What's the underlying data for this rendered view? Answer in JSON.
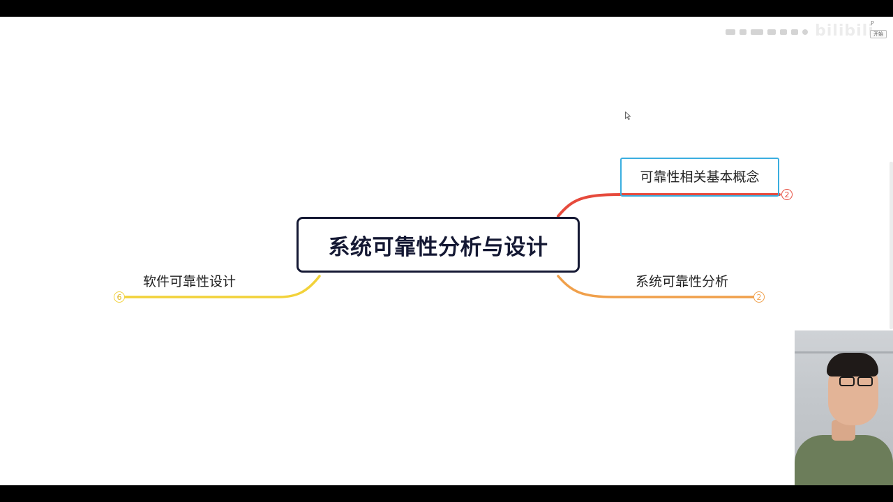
{
  "mindmap": {
    "root": {
      "label": "系统可靠性分析与设计"
    },
    "branches": [
      {
        "label": "可靠性相关基本概念",
        "badge": "2",
        "color": "#e64a3c",
        "selected": true
      },
      {
        "label": "系统可靠性分析",
        "badge": "2",
        "color": "#f0a04b"
      },
      {
        "label": "软件可靠性设计",
        "badge": "6",
        "color": "#f2d23a"
      }
    ]
  },
  "toolbar": {
    "start_label": "开始",
    "p_label": "P"
  },
  "colors": {
    "root_border": "#141833",
    "selected_border": "#3aaee0"
  },
  "icons": [
    "mouse-cursor-icon",
    "webcam-feed"
  ]
}
